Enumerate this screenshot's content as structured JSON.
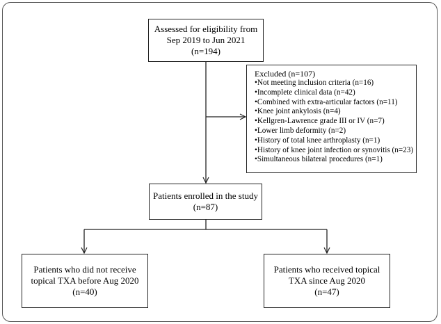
{
  "eligibility": {
    "line1": "Assessed for eligibility from",
    "line2": "Sep 2019 to Jun 2021",
    "line3": "(n=194)"
  },
  "excluded": {
    "title": "Excluded (n=107)",
    "items": [
      "•Not meeting inclusion criteria (n=16)",
      "•Incomplete clinical data (n=42)",
      "•Combined with extra-articular factors (n=11)",
      "•Knee joint ankylosis (n=4)",
      "•Kellgren-Lawrence grade III or IV (n=7)",
      "•Lower limb deformity (n=2)",
      "•History of total knee arthroplasty (n=1)",
      "•History of knee joint infection or synovitis (n=23)",
      "•Simultaneous bilateral procedures (n=1)"
    ]
  },
  "enrolled": {
    "line1": "Patients enrolled in the study",
    "line2": "(n=87)"
  },
  "group_no_txa": {
    "line1": "Patients who did not receive",
    "line2": "topical TXA before Aug 2020",
    "line3": "(n=40)"
  },
  "group_txa": {
    "line1": "Patients who received topical",
    "line2": "TXA since Aug 2020",
    "line3": "(n=47)"
  },
  "colors": {
    "line": "#222222",
    "frame": "#555555"
  }
}
